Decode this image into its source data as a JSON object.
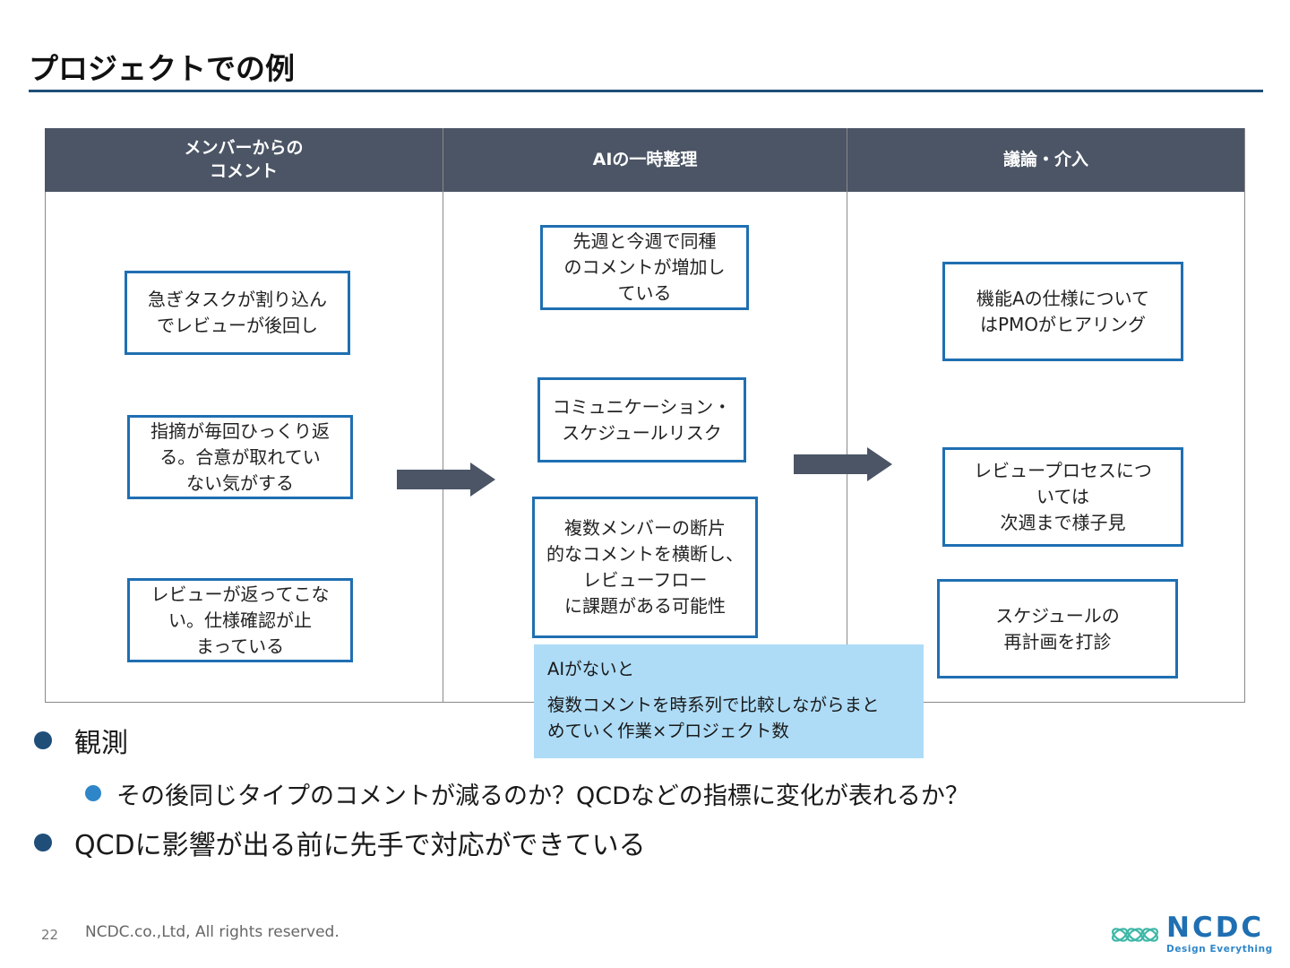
{
  "title": "プロジェクトでの例",
  "table": {
    "headers": [
      [
        "メンバーからの",
        "コメント"
      ],
      [
        "AIの一時整理"
      ],
      [
        "議論・介入"
      ]
    ],
    "column1": [
      [
        "急ぎタスクが割り込ん",
        "でレビューが後回し"
      ],
      [
        "指摘が毎回ひっくり返",
        "る。合意が取れてい",
        "ない気がする"
      ],
      [
        "レビューが返ってこな",
        "い。仕様確認が止",
        "まっている"
      ]
    ],
    "column2": [
      [
        "先週と今週で同種",
        "のコメントが増加し",
        "ている"
      ],
      [
        "コミュニケーション・",
        "スケジュールリスク"
      ],
      [
        "複数メンバーの断片",
        "的なコメントを横断し、",
        "レビューフロー",
        "に課題がある可能性"
      ]
    ],
    "column3": [
      [
        "機能Aの仕様について",
        "はPMOがヒアリング"
      ],
      [
        "レビュープロセスにつ",
        "いては",
        "次週まで様子見"
      ],
      [
        "スケジュールの",
        "再計画を打診"
      ]
    ]
  },
  "callout": {
    "heading": "AIがないと",
    "body": [
      "複数コメントを時系列で比較しながらまと",
      "めていく作業×プロジェクト数"
    ]
  },
  "bullets": {
    "observe": "観測",
    "observe_sub": "その後同じタイプのコメントが減るのか？QCDなどの指標に変化が表れるか？",
    "qcd": "QCDに影響が出る前に先手で対応ができている"
  },
  "footer": {
    "page": "22",
    "copyright": "NCDC.co.,Ltd, All rights reserved."
  },
  "logo": {
    "name": "NCDC",
    "tagline": "Design Everything"
  },
  "colors": {
    "header_bg": "#4b5565",
    "box_border": "#1f6fb2",
    "callout_bg": "#aedcf7",
    "title_rule": "#1f4e79"
  }
}
